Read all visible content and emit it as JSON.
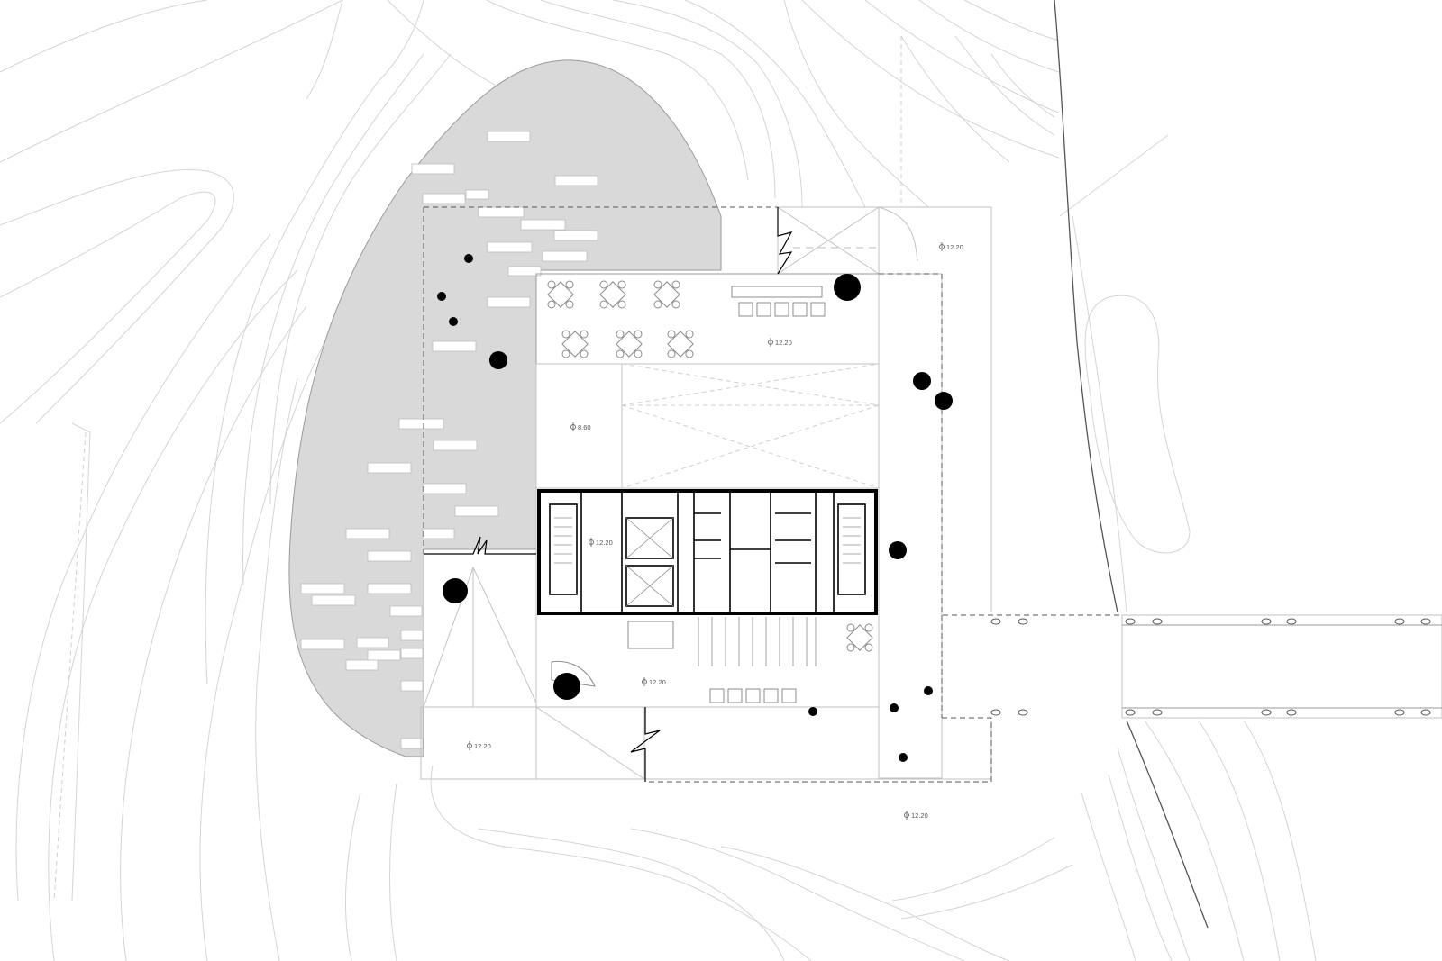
{
  "drawing": {
    "type": "site floor plan",
    "level_markers": [
      {
        "id": "terrace-east",
        "label": "12.20"
      },
      {
        "id": "cafe",
        "label": "12.20"
      },
      {
        "id": "courtyard-low",
        "label": "8.60"
      },
      {
        "id": "core-lobby",
        "label": "12.20"
      },
      {
        "id": "entrance-hall",
        "label": "12.20"
      },
      {
        "id": "terrace-southwest",
        "label": "12.20"
      },
      {
        "id": "plaza-south",
        "label": "12.20"
      }
    ],
    "colors": {
      "background": "#ffffff",
      "planted_area": "#d9d9d9",
      "contour_lines": "#d4d4d4",
      "core_walls": "#000000",
      "trees": "#000000"
    }
  }
}
